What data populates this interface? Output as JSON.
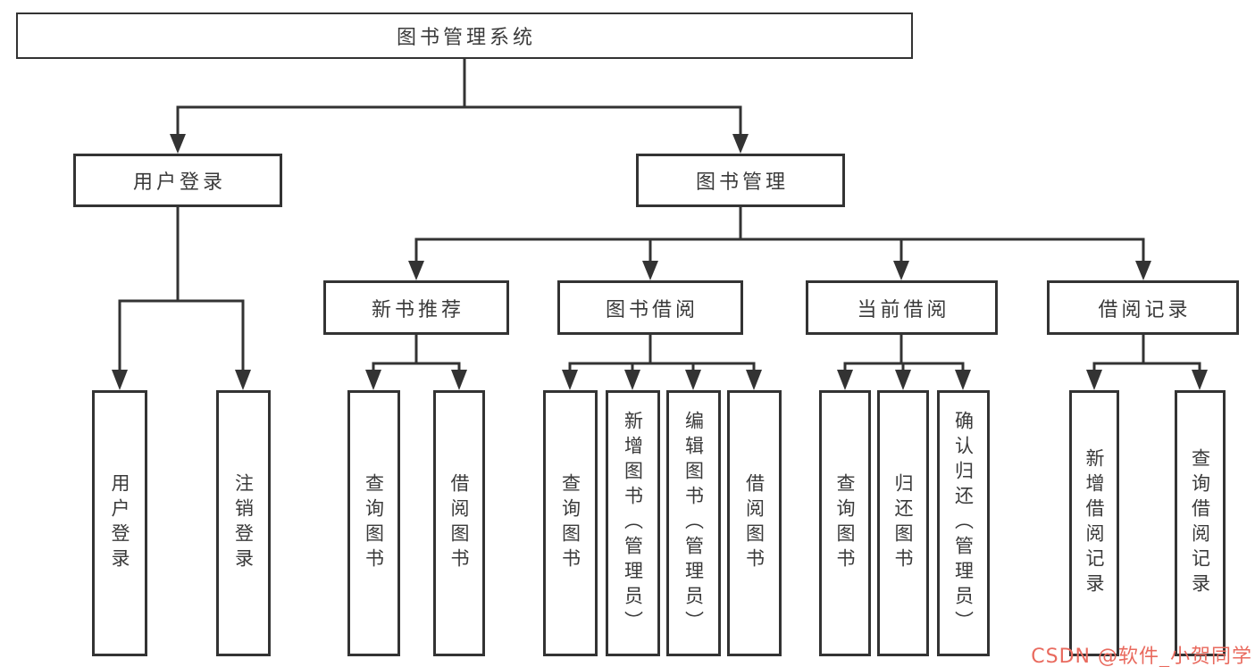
{
  "tree": {
    "root": {
      "label": "图书管理系统"
    },
    "branches": [
      {
        "label": "用户登录",
        "children": [
          {
            "label": "用户登录"
          },
          {
            "label": "注销登录"
          }
        ]
      },
      {
        "label": "图书管理",
        "children": [
          {
            "label": "新书推荐",
            "children": [
              {
                "label": "查询图书"
              },
              {
                "label": "借阅图书"
              }
            ]
          },
          {
            "label": "图书借阅",
            "children": [
              {
                "label": "查询图书"
              },
              {
                "label": "新增图书（管理员）"
              },
              {
                "label": "编辑图书（管理员）"
              },
              {
                "label": "借阅图书"
              }
            ]
          },
          {
            "label": "当前借阅",
            "children": [
              {
                "label": "查询图书"
              },
              {
                "label": "归还图书"
              },
              {
                "label": "确认归还（管理员）"
              }
            ]
          },
          {
            "label": "借阅记录",
            "children": [
              {
                "label": "新增借阅记录"
              },
              {
                "label": "查询借阅记录"
              }
            ]
          }
        ]
      }
    ]
  },
  "colors": {
    "line": "#333333",
    "text": "#3a3a3a",
    "background": "#ffffff"
  },
  "watermark": {
    "text": "CSDN @软件_小贺同学",
    "color": "#e96a5e"
  }
}
